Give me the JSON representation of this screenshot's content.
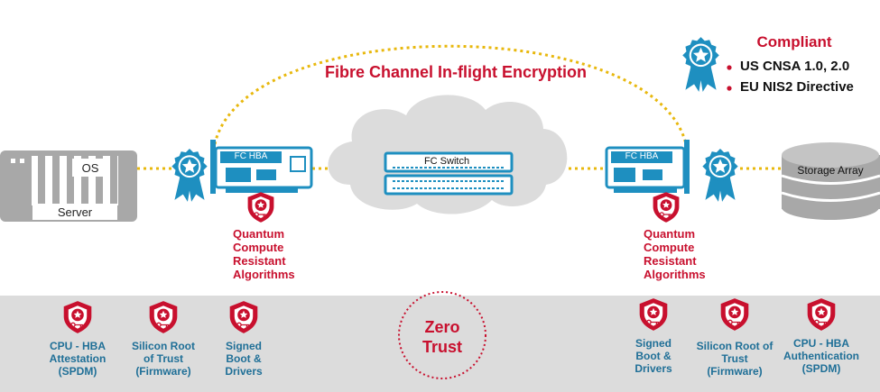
{
  "colors": {
    "accent_red": "#c8102e",
    "hba_blue": "#1e8fc0",
    "label_blue": "#1f6f97",
    "link_gold": "#e8b80e",
    "server_gray": "#a8a8a8",
    "band_gray": "#dcdcdc"
  },
  "title": "Fibre Channel In-flight Encryption",
  "compliance": {
    "heading": "Compliant",
    "items": [
      "US CNSA 1.0, 2.0",
      "EU NIS2 Directive"
    ],
    "icon": "award-ribbon-icon"
  },
  "server": {
    "os_label": "OS",
    "label": "Server"
  },
  "hba_left": {
    "label": "FC HBA"
  },
  "hba_right": {
    "label": "FC HBA"
  },
  "switch": {
    "label": "FC Switch"
  },
  "storage": {
    "label": "Storage Array"
  },
  "qcr_left": {
    "line1": "Quantum",
    "line2": "Compute",
    "line3": "Resistant",
    "line4": "Algorithms"
  },
  "qcr_right": {
    "line1": "Quantum",
    "line2": "Compute",
    "line3": "Resistant",
    "line4": "Algorithms"
  },
  "zero_trust": {
    "line1": "Zero",
    "line2": "Trust"
  },
  "features_left": [
    {
      "line1": "CPU - HBA",
      "line2": "Attestation",
      "line3": "(SPDM)",
      "icon": "security-shield-icon"
    },
    {
      "line1": "Silicon Root",
      "line2": "of Trust",
      "line3": "(Firmware)",
      "icon": "security-shield-icon"
    },
    {
      "line1": "Signed",
      "line2": "Boot &",
      "line3": "Drivers",
      "icon": "security-shield-icon"
    }
  ],
  "features_right": [
    {
      "line1": "Signed",
      "line2": "Boot &",
      "line3": "Drivers",
      "icon": "security-shield-icon"
    },
    {
      "line1": "Silicon Root of",
      "line2": "Trust",
      "line3": "(Firmware)",
      "icon": "security-shield-icon"
    },
    {
      "line1": "CPU - HBA",
      "line2": "Authentication",
      "line3": "(SPDM)",
      "icon": "security-shield-icon"
    }
  ]
}
